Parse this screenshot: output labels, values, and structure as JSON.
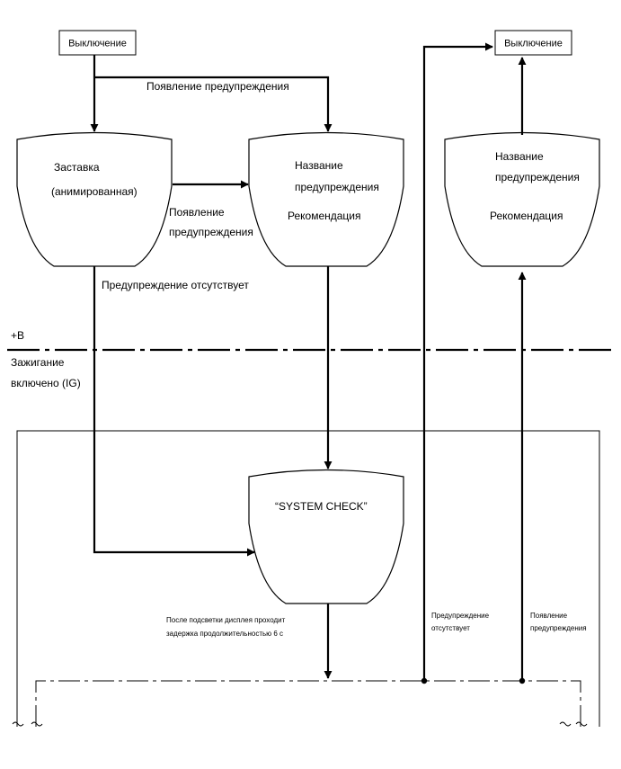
{
  "boxes": {
    "off_left": "Выключение",
    "off_right": "Выключение"
  },
  "labels": {
    "warning_appears_top": "Появление предупреждения",
    "warning_appears_mid_1": "Появление",
    "warning_appears_mid_2": "предупреждения",
    "no_warning": "Предупреждение отсутствует",
    "plus_b": "+B",
    "ignition_1": "Зажигание",
    "ignition_2": "включено (IG)",
    "delay_1": "После подсветки дисплея проходит",
    "delay_2": "задержка продолжительностью 6 с",
    "no_warning_small_1": "Предупреждение",
    "no_warning_small_2": "отсутствует",
    "warning_appears_small_1": "Появление",
    "warning_appears_small_2": "предупреждения"
  },
  "screens": {
    "splash_1": "Заставка",
    "splash_2": "(анимированная)",
    "center_name_1": "Название",
    "center_name_2": "предупреждения",
    "center_rec": "Рекомендация",
    "right_name_1": "Название",
    "right_name_2": "предупреждения",
    "right_rec": "Рекомендация",
    "system_check": "“SYSTEM CHECK”"
  },
  "colors": {
    "line": "#000000",
    "background": "#ffffff"
  }
}
